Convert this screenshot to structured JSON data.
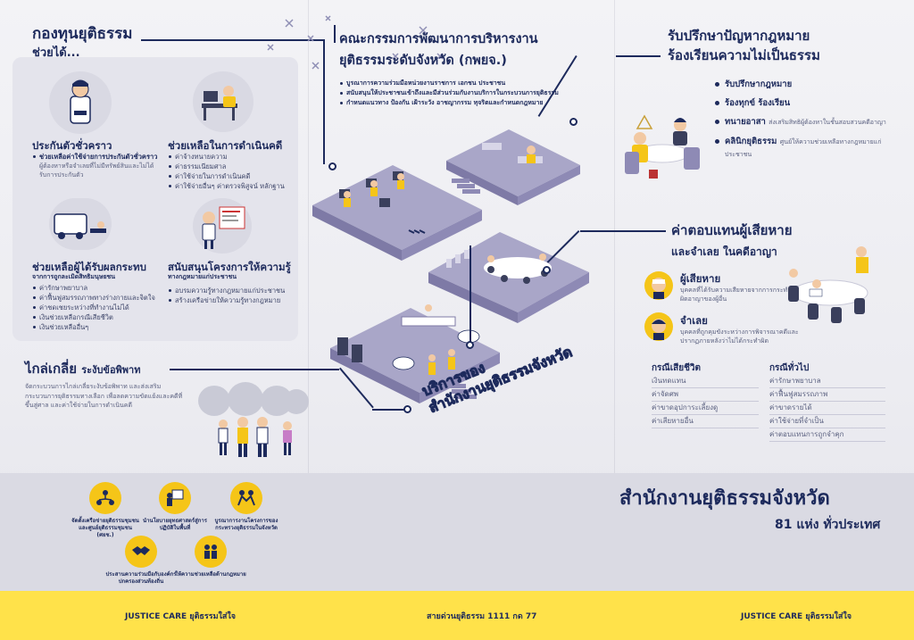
{
  "left": {
    "title": "กองทุนยุติธรรม",
    "subtitle": "ช่วยได้...",
    "bail": {
      "heading": "ประกันตัวชั่วคราว",
      "bullet": "ช่วยเหลือค่าใช้จ่ายการประกันตัวชั่วคราว",
      "desc": "ผู้ต้องหาหรือจำเลยที่ไม่มีทรัพย์สินและไม่ได้รับการประกันตัว"
    },
    "litigation": {
      "heading": "ช่วยเหลือในการดำเนินคดี",
      "items": [
        "ค่าจ้างทนายความ",
        "ค่าธรรมเนียมศาล",
        "ค่าใช้จ่ายในการดำเนินคดี",
        "ค่าใช้จ่ายอื่นๆ ค่าตรวจพิสูจน์ หลักฐาน"
      ]
    },
    "victims": {
      "heading": "ช่วยเหลือผู้ได้รับผลกระทบ",
      "sub": "จากการถูกละเมิดสิทธิมนุษยชน",
      "items": [
        "ค่ารักษาพยาบาล",
        "ค่าฟื้นฟูสมรรถภาพทางร่างกายและจิตใจ",
        "ค่าชดเชยระหว่างที่ทำงานไม่ได้",
        "เงินช่วยเหลือกรณีเสียชีวิต",
        "เงินช่วยเหลืออื่นๆ"
      ]
    },
    "knowledge": {
      "heading": "สนับสนุนโครงการให้ความรู้",
      "sub": "ทางกฎหมายแก่ประชาชน",
      "items": [
        "อบรมความรู้ทางกฎหมายแก่ประชาชน",
        "สร้างเครือข่ายให้ความรู้ทางกฎหมาย"
      ]
    },
    "mediation": {
      "title": "ไกล่เกลี่ย",
      "title2": "ระงับข้อพิพาท",
      "desc": "จัดกระบวนการไกล่เกลี่ยระงับข้อพิพาท และส่งเสริมกระบวนการยุติธรรมทางเลือก เพื่อลดความขัดแย้งและคดีที่ขึ้นสู่ศาล และค่าใช้จ่ายในการดำเนินคดี"
    }
  },
  "center": {
    "title_line1": "คณะกรรมการพัฒนาการบริหารงาน",
    "title_line2": "ยุติธรรมระดับจังหวัด (กพยจ.)",
    "items": [
      "บูรณาการความร่วมมือหน่วยงานราชการ เอกชน ประชาชน",
      "สนับสนุนให้ประชาชนเข้าถึงและมีส่วนร่วมกับงานบริการในกระบวนการยุติธรรม",
      "กำหนดแนวทาง ป้องกัน เฝ้าระวัง อาชญากรรม ทุจริตและกำหนดกฎหมาย"
    ],
    "banner": [
      "บริการของ",
      "สำนักงานยุติธรรมจังหวัด"
    ]
  },
  "right": {
    "legal_title1": "รับปรึกษาปัญหากฎหมาย",
    "legal_title2": "ร้องเรียนความไม่เป็นธรรม",
    "legal_items": [
      "รับปรึกษากฎหมาย",
      "ร้องทุกข์ ร้องเรียน"
    ],
    "volunteer_lawyer": "ทนายอาสา",
    "volunteer_desc": "ส่งเสริมสิทธิผู้ต้องหาในชั้นสอบสวนคดีอาญา",
    "clinic": "คลินิกยุติธรรม",
    "clinic_desc": "ศูนย์ให้ความช่วยเหลือทางกฎหมายแก่ประชาชน",
    "comp_title1": "ค่าตอบแทนผู้เสียหาย",
    "comp_title2": "และจำเลย ในคดีอาญา",
    "victim_label": "ผู้เสียหาย",
    "victim_desc": "บุคคลที่ได้รับความเสียหายจากการกระทำผิดอาญาของผู้อื่น",
    "defendant_label": "จำเลย",
    "defendant_desc": "บุคคลที่ถูกคุมขังระหว่างการพิจารณาคดีและปรากฏภายหลังว่าไม่ได้กระทำผิด",
    "death_case": "กรณีเสียชีวิต",
    "death_items": [
      "เงินทดแทน",
      "ค่าจัดศพ",
      "ค่าขาดอุปการะเลี้ยงดู",
      "ค่าเสียหายอื่น"
    ],
    "general_case": "กรณีทั่วไป",
    "general_items": [
      "ค่ารักษาพยาบาล",
      "ค่าฟื้นฟูสมรรถภาพ",
      "ค่าขาดรายได้",
      "ค่าใช้จ่ายที่จำเป็น",
      "ค่าตอบแทนการถูกจำคุก"
    ]
  },
  "office": {
    "title": "สำนักงานยุติธรรมจังหวัด",
    "subtitle": "81 แห่ง ทั่วประเทศ"
  },
  "services": [
    "จัดตั้งเครือข่ายยุติธรรมชุมชน และศูนย์ยุติธรรมชุมชน (ศยช.)",
    "นำนโยบายยุทธศาสตร์สู่การปฏิบัติในพื้นที่",
    "บูรณาการงานโครงการของกระทรวงยุติธรรมในจังหวัด",
    "ประสานความร่วมมือกับองค์กรปกครองส่วนท้องถิ่น",
    "ให้ความช่วยเหลือด้านกฎหมาย"
  ],
  "footer": {
    "left": "JUSTICE CARE ยุติธรรมใส่ใจ",
    "center": "สายด่วนยุติธรรม 1111 กด 77",
    "right": "JUSTICE CARE ยุติธรรมใส่ใจ"
  },
  "colors": {
    "navy": "#1d2a5c",
    "yellow": "#ffe24a",
    "accent_yellow": "#f5c518",
    "platform": "#a9a6c8"
  }
}
